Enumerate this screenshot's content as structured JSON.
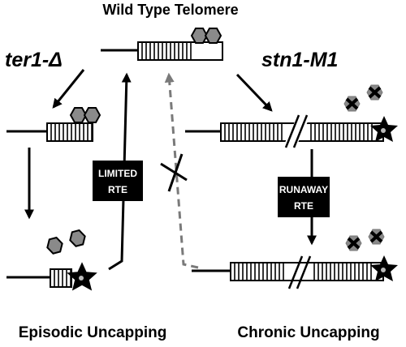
{
  "title": "Wild Type Telomere",
  "left_mutant": "ter1-Δ",
  "right_mutant": "stn1-M1",
  "limited_box": {
    "line1": "LIMITED",
    "line2": "RTE"
  },
  "runaway_box": {
    "line1": "RUNAWAY",
    "line2": "RTE"
  },
  "left_footer": "Episodic Uncapping",
  "right_footer": "Chronic Uncapping",
  "colors": {
    "line": "#000000",
    "hexagon": "#8a8a8a",
    "dashed_arrow": "#7a7a7a",
    "label_box": "#000000",
    "label_text": "#ffffff"
  },
  "icons": {
    "capping_protein": "gray-hexagon",
    "removed_cap": "x-marked-hexagon",
    "uncapped_end": "star-icon",
    "break": "double-slash"
  }
}
